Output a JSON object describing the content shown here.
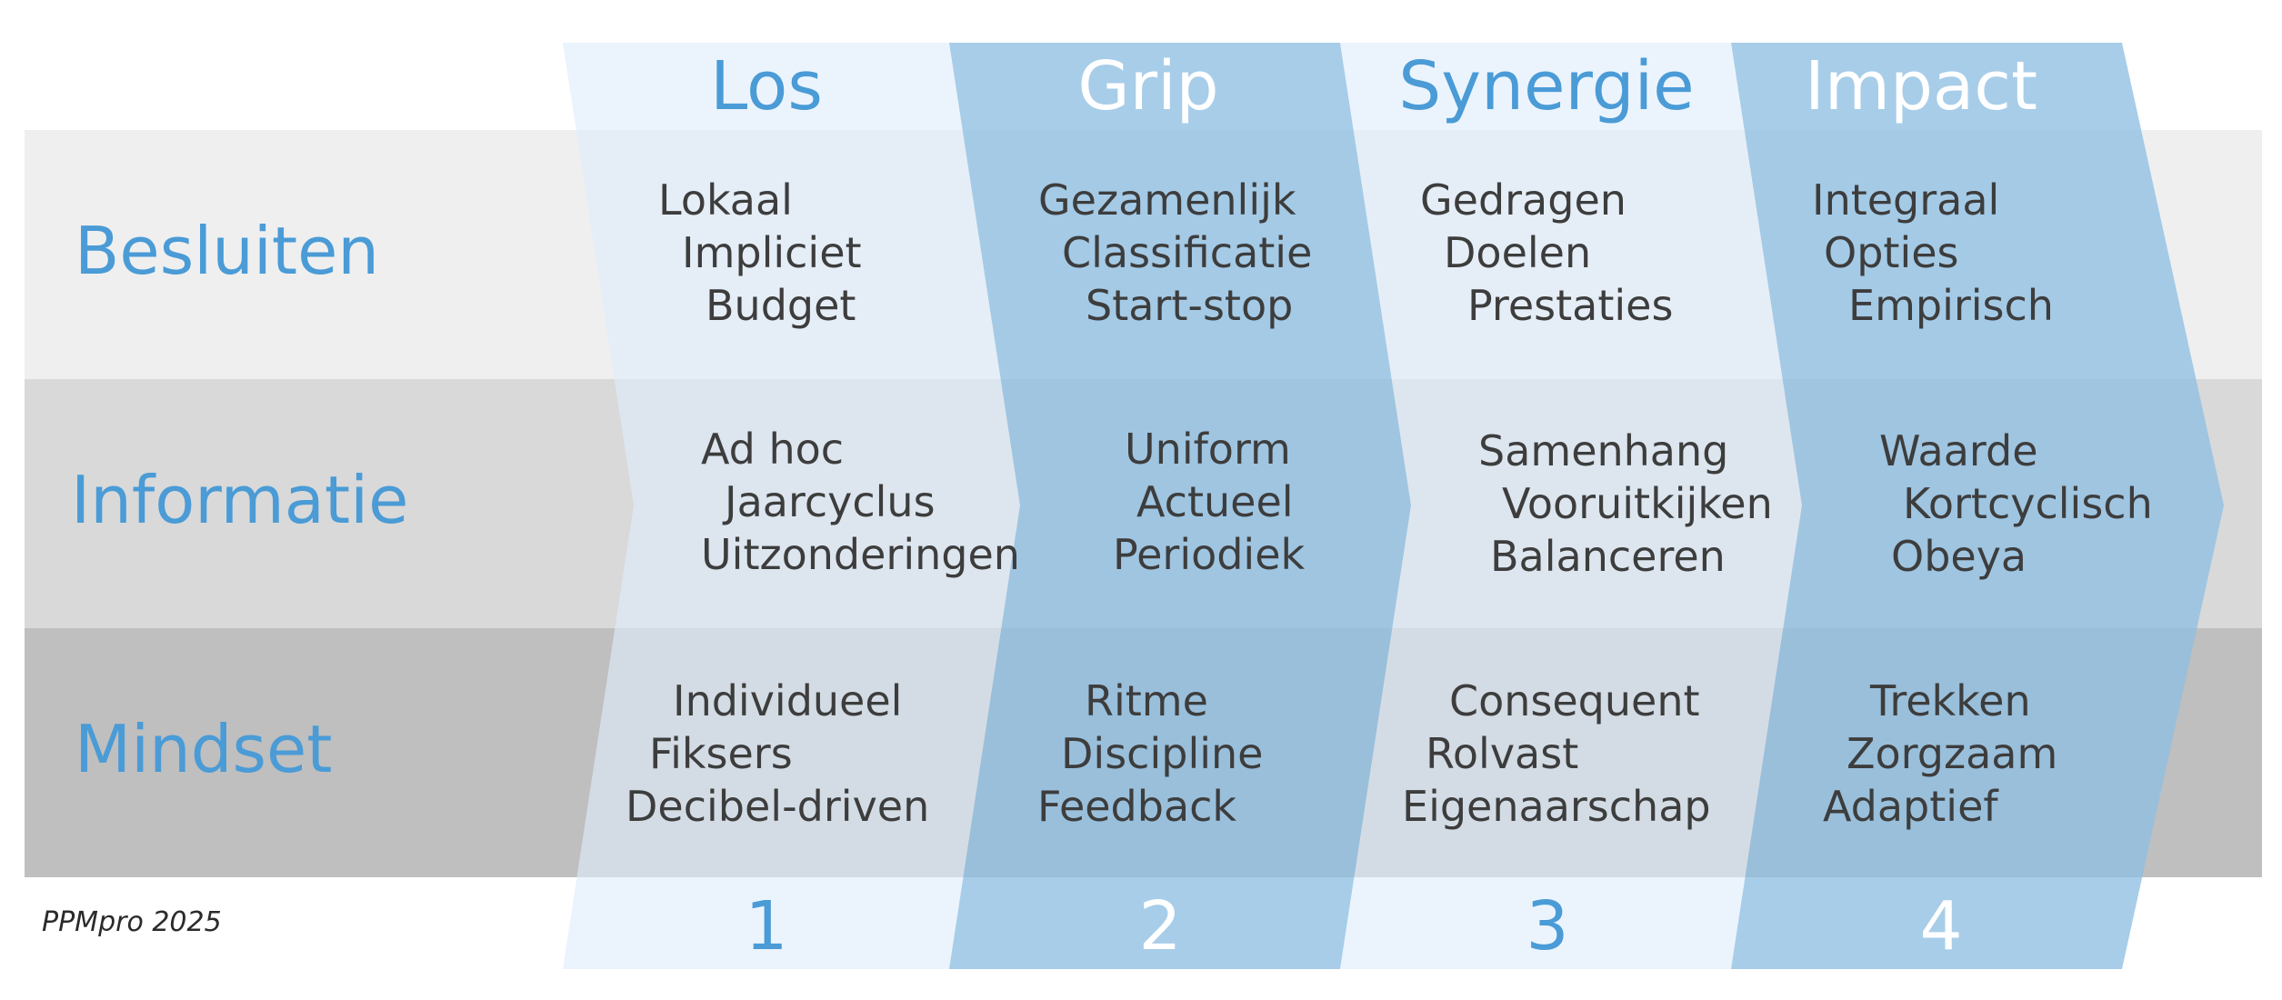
{
  "colors": {
    "band_top": "#efefef",
    "band_mid": "#d9d9d9",
    "band_bottom": "#bfbfbf",
    "stage_light": "#deeefb",
    "stage_dark": "#8ebfe3",
    "label_blue": "#4a9bd6",
    "text_dark": "#3d3d3d",
    "white": "#ffffff"
  },
  "rows": [
    {
      "label": "Besluiten"
    },
    {
      "label": "Informatie"
    },
    {
      "label": "Mindset"
    }
  ],
  "stages": [
    {
      "title": "Los",
      "number": "1",
      "style": "light",
      "cells": [
        [
          "Lokaal",
          "Impliciet",
          "Budget"
        ],
        [
          "Ad hoc",
          "Jaarcyclus",
          "Uitzonderingen"
        ],
        [
          "Individueel",
          "Fiksers",
          "Decibel-driven"
        ]
      ]
    },
    {
      "title": "Grip",
      "number": "2",
      "style": "dark",
      "cells": [
        [
          "Gezamenlijk",
          "Classificatie",
          "Start-stop"
        ],
        [
          "Uniform",
          "Actueel",
          "Periodiek"
        ],
        [
          "Ritme",
          "Discipline",
          "Feedback"
        ]
      ]
    },
    {
      "title": "Synergie",
      "number": "3",
      "style": "light",
      "cells": [
        [
          "Gedragen",
          "Doelen",
          "Prestaties"
        ],
        [
          "Samenhang",
          "Vooruitkijken",
          "Balanceren"
        ],
        [
          "Consequent",
          "Rolvast",
          "Eigenaarschap"
        ]
      ]
    },
    {
      "title": "Impact",
      "number": "4",
      "style": "dark",
      "cells": [
        [
          "Integraal",
          "Opties",
          "Empirisch"
        ],
        [
          "Waarde",
          "Kortcyclisch",
          "Obeya"
        ],
        [
          "Trekken",
          "Zorgzaam",
          "Adaptief"
        ]
      ]
    }
  ],
  "footer": {
    "text": "PPMpro 2025"
  }
}
